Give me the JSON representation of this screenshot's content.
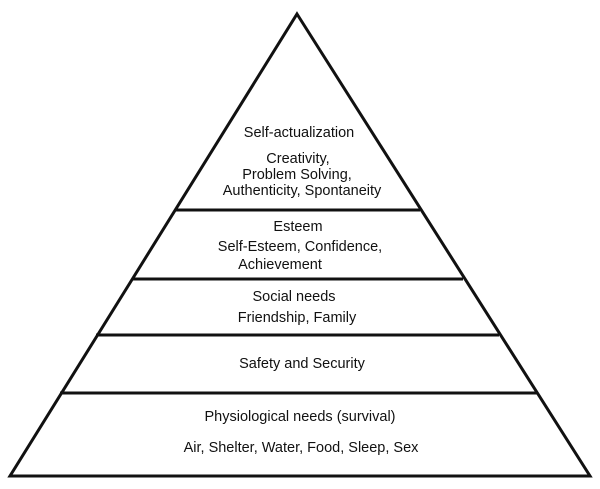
{
  "levels": {
    "self_actualization": {
      "title": "Self-actualization",
      "line1": "Creativity,",
      "line2": "Problem Solving,",
      "line3": "Authenticity, Spontaneity"
    },
    "esteem": {
      "title": "Esteem",
      "line1": "Self-Esteem, Confidence,",
      "line2": "Achievement"
    },
    "social": {
      "title": "Social needs",
      "line1": "Friendship, Family"
    },
    "safety": {
      "title": "Safety and Security"
    },
    "physiological": {
      "title": "Physiological needs (survival)",
      "line1": "Air, Shelter, Water, Food, Sleep, Sex"
    }
  },
  "colors": {
    "stroke": "#111111",
    "fill": "#ffffff"
  }
}
